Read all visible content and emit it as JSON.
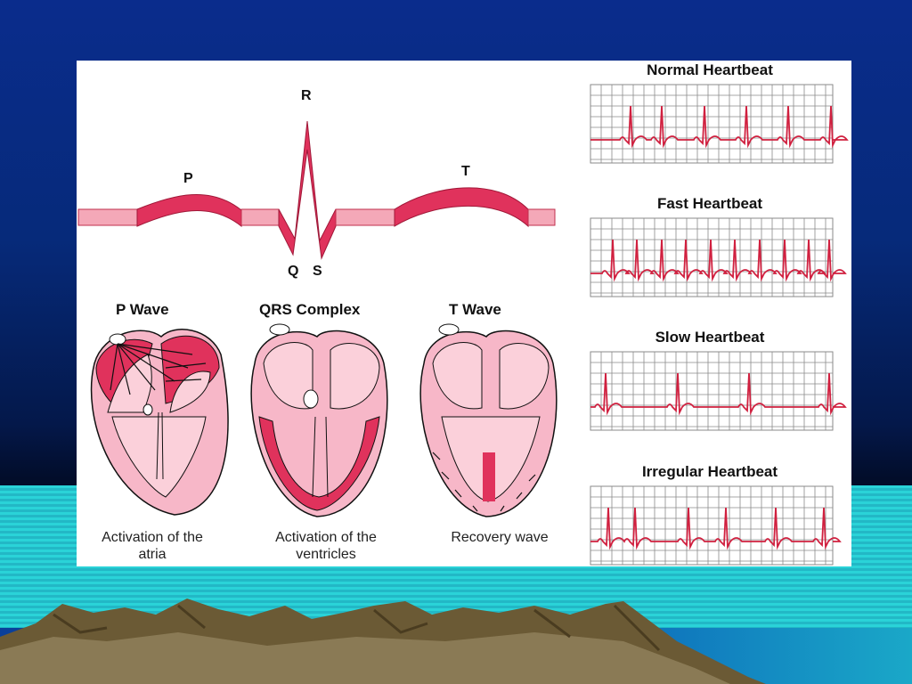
{
  "ecg": {
    "p_label": "P",
    "r_label": "R",
    "q_label": "Q",
    "s_label": "S",
    "t_label": "T"
  },
  "stages": [
    {
      "title": "P Wave",
      "caption_line1": "Activation of the",
      "caption_line2": "atria"
    },
    {
      "title": "QRS Complex",
      "caption_line1": "Activation of the",
      "caption_line2": "ventricles"
    },
    {
      "title": "T Wave",
      "caption_line1": "Recovery wave",
      "caption_line2": ""
    }
  ],
  "strips": [
    {
      "title": "Normal Heartbeat"
    },
    {
      "title": "Fast Heartbeat"
    },
    {
      "title": "Slow Heartbeat"
    },
    {
      "title": "Irregular Heartbeat"
    }
  ],
  "colors": {
    "wave_fill": "#e0325c",
    "wave_flat": "#f4a8b8",
    "heart_tissue": "#f7b7c8",
    "heart_active": "#e0325c",
    "trace": "#d0203f",
    "grid": "#8a8a8a"
  }
}
